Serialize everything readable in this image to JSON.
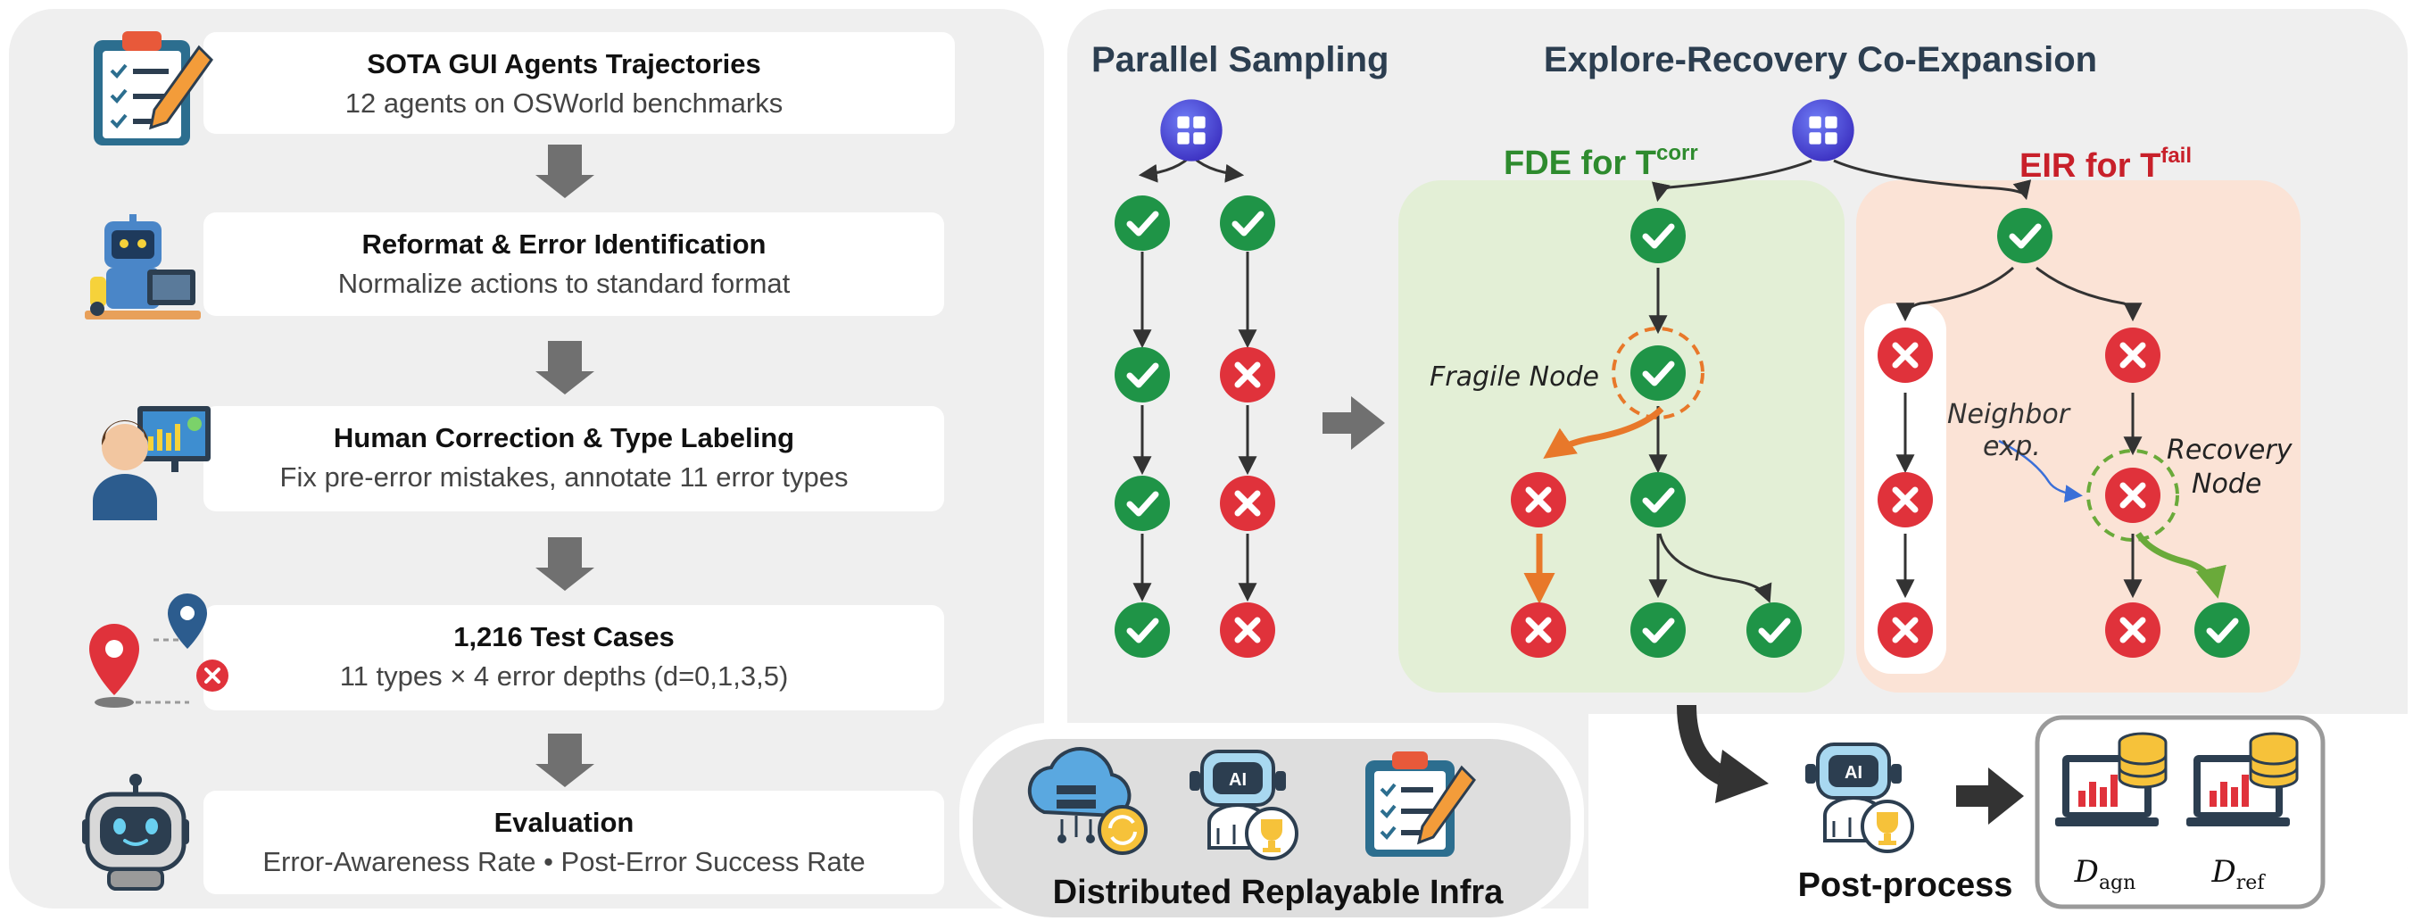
{
  "pipeline": {
    "steps": [
      {
        "title": "SOTA GUI Agents Trajectories",
        "subtitle": "12 agents on OSWorld benchmarks"
      },
      {
        "title": "Reformat & Error Identification",
        "subtitle": "Normalize actions to standard format"
      },
      {
        "title": "Human Correction & Type Labeling",
        "subtitle": "Fix pre-error mistakes, annotate 11 error types"
      },
      {
        "title": "1,216 Test Cases",
        "subtitle": "11 types × 4 error depths (d=0,1,3,5)"
      },
      {
        "title": "Evaluation",
        "subtitle": "Error-Awareness Rate • Post-Error Success Rate"
      }
    ]
  },
  "sampling": {
    "parallel_title": "Parallel Sampling",
    "coexp_title": "Explore-Recovery Co-Expansion",
    "fde_label": "FDE for T",
    "fde_sup": "corr",
    "eir_label": "EIR for T",
    "eir_sup": "fail",
    "fragile_node": "Fragile Node",
    "neighbor_line1": "Neighbor",
    "neighbor_line2": "exp.",
    "recovery_line1": "Recovery",
    "recovery_line2": "Node"
  },
  "infra": {
    "label": "Distributed Replayable Infra"
  },
  "postprocess": {
    "label": "Post-process",
    "ai_badge": "AI",
    "d_agn_base": "D",
    "d_agn_sub": "agn",
    "d_ref_base": "D",
    "d_ref_sub": "ref"
  },
  "colors": {
    "success": "#1f9447",
    "failure": "#e0323b",
    "fde_green": "#2e8b2e",
    "eir_red": "#c8202a",
    "fde_bg": "#e3efd6",
    "eir_bg": "#fbe3d6",
    "panel_bg": "#efefef",
    "orange_arrow": "#e8782a",
    "green_arrow": "#6aaa3a"
  },
  "icons": [
    "clipboard-icon",
    "robot-laptop-icon",
    "person-dashboard-icon",
    "map-pin-icon",
    "robot-head-icon",
    "grid-app-icon",
    "check-icon",
    "cross-icon",
    "cloud-sync-icon",
    "ai-robot-trophy-icon",
    "laptop-database-icon",
    "arrow-right-icon",
    "arrow-down-icon"
  ]
}
